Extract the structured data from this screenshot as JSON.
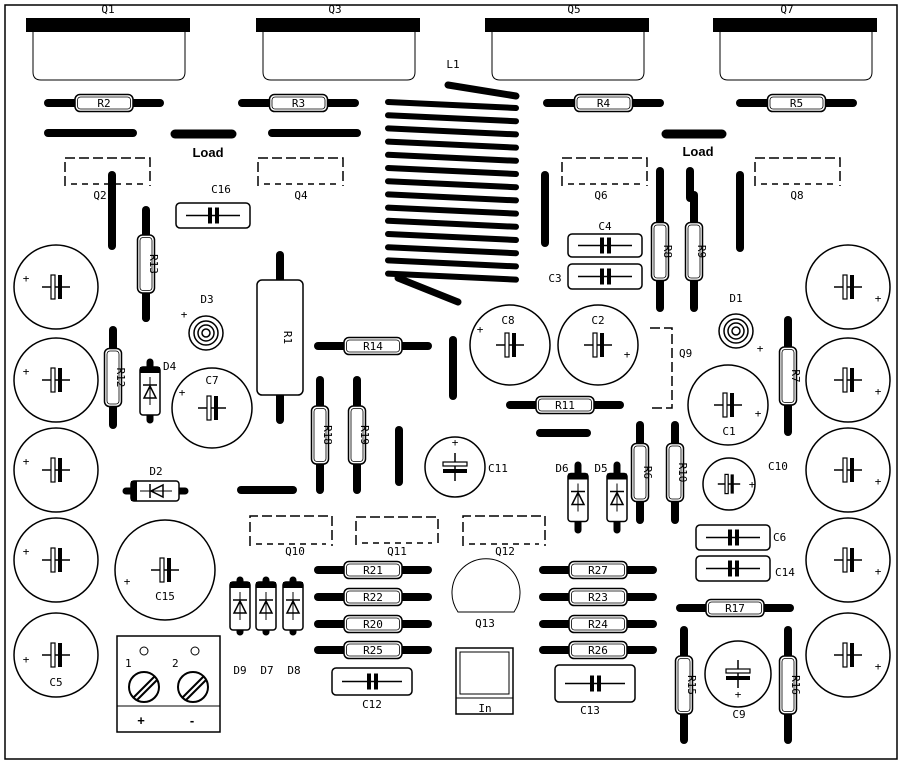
{
  "transistors_top": [
    {
      "id": "q1",
      "name": "Q1"
    },
    {
      "id": "q3",
      "name": "Q3"
    },
    {
      "id": "q5",
      "name": "Q5"
    },
    {
      "id": "q7",
      "name": "Q7"
    }
  ],
  "inductor": {
    "name": "L1"
  },
  "load_labels": [
    "Load",
    "Load"
  ],
  "resistors": {
    "R1": "R1",
    "R2": "R2",
    "R3": "R3",
    "R4": "R4",
    "R5": "R5",
    "R6": "R6",
    "R7": "R7",
    "R8": "R8",
    "R9": "R9",
    "R10": "R10",
    "R11": "R11",
    "R12": "R12",
    "R13": "R13",
    "R14": "R14",
    "R15": "R15",
    "R16": "R16",
    "R17": "R17",
    "R18": "R18",
    "R19": "R19",
    "R20": "R20",
    "R21": "R21",
    "R22": "R22",
    "R23": "R23",
    "R24": "R24",
    "R25": "R25",
    "R26": "R26",
    "R27": "R27"
  },
  "caps_film": {
    "C3": "C3",
    "C4": "C4",
    "C6": "C6",
    "C12": "C12",
    "C13": "C13",
    "C14": "C14",
    "C16": "C16"
  },
  "caps_electrolytic": {
    "C1": "C1",
    "C2": "C2",
    "C5": "C5",
    "C7": "C7",
    "C8": "C8",
    "C9": "C9",
    "C10": "C10",
    "C11": "C11",
    "C15": "C15"
  },
  "transistor_outlines": {
    "Q2": "Q2",
    "Q4": "Q4",
    "Q6": "Q6",
    "Q8": "Q8",
    "Q9": "Q9",
    "Q10": "Q10",
    "Q11": "Q11",
    "Q12": "Q12",
    "Q13": "Q13"
  },
  "diodes": {
    "D1": "D1",
    "D2": "D2",
    "D3": "D3",
    "D4": "D4",
    "D5": "D5",
    "D6": "D6",
    "D7": "D7",
    "D8": "D8",
    "D9": "D9"
  },
  "terminal": {
    "pin1": "1",
    "pin2": "2",
    "plus": "+",
    "minus": "-"
  },
  "input": {
    "label": "In"
  },
  "polarity_mark": "+"
}
